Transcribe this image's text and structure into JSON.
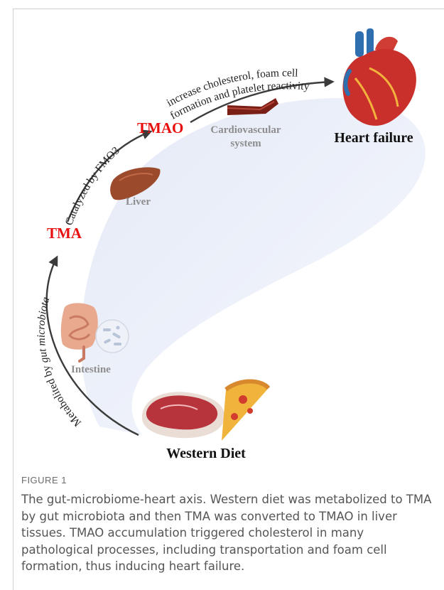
{
  "diagram": {
    "nodes": {
      "western_diet": "Western Diet",
      "tma": "TMA",
      "tmao": "TMAO",
      "heart_failure": "Heart failure"
    },
    "organs": {
      "intestine": "Intestine",
      "liver": "Liver",
      "cardiovascular_line1": "Cardiovascular",
      "cardiovascular_line2": "system"
    },
    "arrows": {
      "metabolized": {
        "text_normal": "Metabolited by ",
        "text_italic": "gut microbiota"
      },
      "catalyzed": "Catalyzed by FMO3",
      "increase_line1": "increase cholesterol, foam cell",
      "increase_line2": "formation and platelet reactivity"
    },
    "colors": {
      "metabolite_label": "#e8100f",
      "arrow": "#3b3b3b",
      "background_arc": "#e6ebf7",
      "organ_label": "#8d8d8d"
    }
  },
  "caption": {
    "label": "FIGURE 1",
    "text": "The gut-microbiome-heart axis. Western diet was metabolized to TMA by gut microbiota and then TMA was converted to TMAO in liver tissues. TMAO accumulation triggered cholesterol in many pathological processes, including transportation and foam cell formation, thus inducing heart failure."
  }
}
